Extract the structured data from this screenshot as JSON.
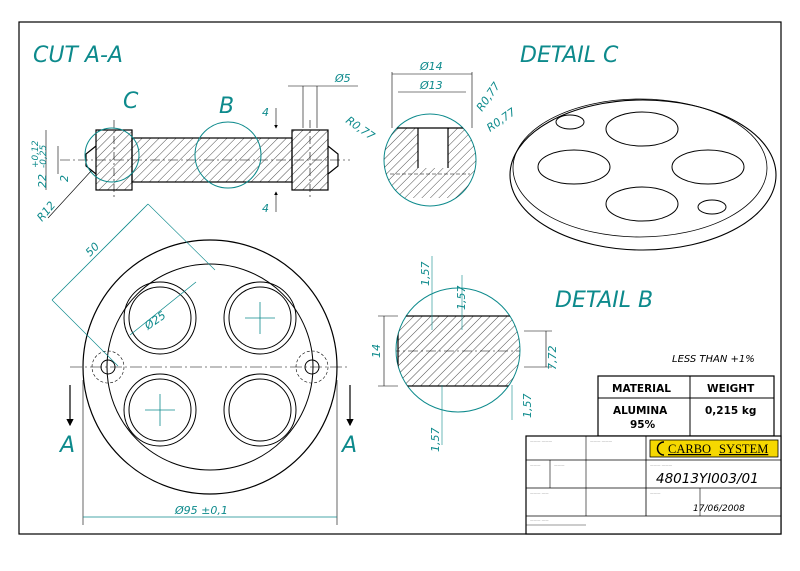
{
  "views": {
    "cut_title": "CUT A-A",
    "detail_c_title": "DETAIL C",
    "detail_b_title": "DETAIL B",
    "label_c": "C",
    "label_b": "B",
    "label_a_left": "A",
    "label_a_right": "A"
  },
  "dimensions": {
    "d5": "Ø5",
    "d14": "Ø14",
    "d13": "Ø13",
    "r077_a": "R0,77",
    "r077_b": "R0,77",
    "r077_c": "R0,77",
    "four_top": "4",
    "four_bottom": "4",
    "tol_upper": "+0,12",
    "tol_lower": "-0,25",
    "thk22": "22",
    "thk2": "2",
    "r12": "R12",
    "len50": "50",
    "d25": "Ø25",
    "d95": "Ø95 ±0,1",
    "b157_1": "1,57",
    "b157_2": "1,57",
    "b157_3": "1,57",
    "b157_4": "1,57",
    "b14": "14",
    "b722": "7,72"
  },
  "notes": {
    "less_than": "LESS THAN +1%"
  },
  "material_table": {
    "material_header": "MATERIAL",
    "weight_header": "WEIGHT",
    "material_line1": "ALUMINA",
    "material_line2": "95%",
    "weight_value": "0,215 kg"
  },
  "title_block": {
    "logo_left": "CARBO",
    "logo_right": "SYSTEM",
    "drawing_number": "48013YI003/01",
    "date": "17/06/2008"
  },
  "colors": {
    "teal": "#0d8a8c",
    "logo_yellow": "#f5d800",
    "ink": "#000000"
  }
}
